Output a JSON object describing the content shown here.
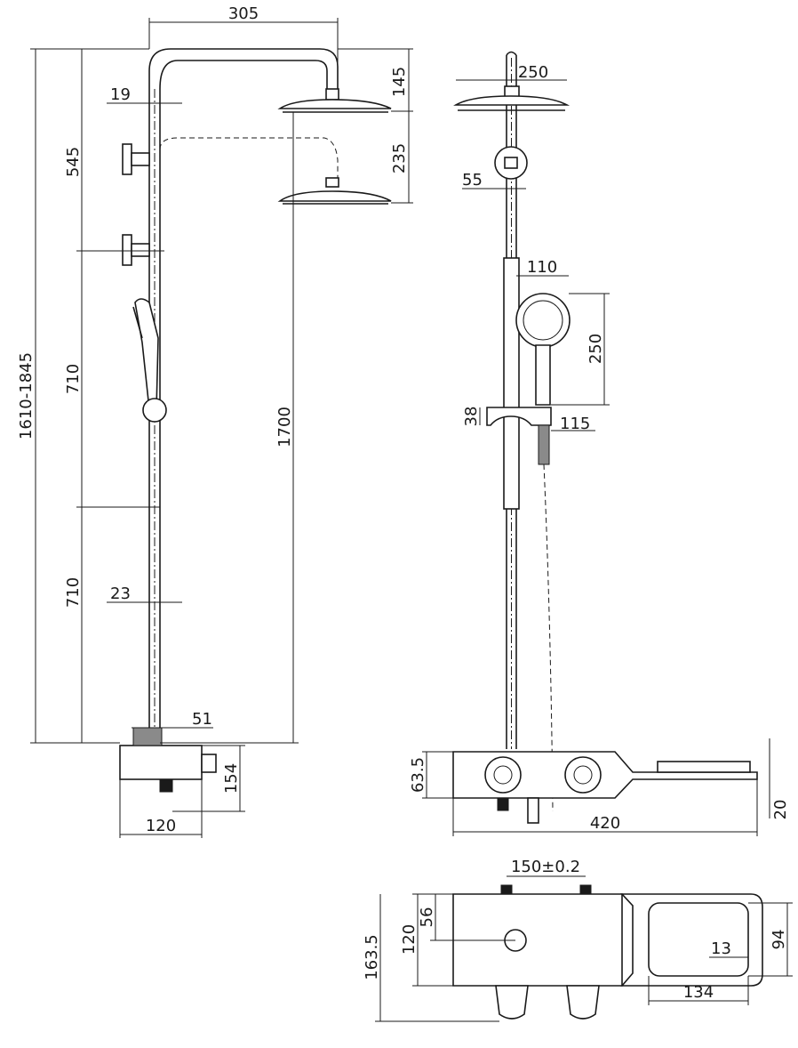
{
  "dimensions": {
    "rain_arm_reach": "305",
    "head_height": "145",
    "offset_19": "19",
    "height_545": "545",
    "height_235": "235",
    "total_height": "1610-1845",
    "height_710_upper": "710",
    "height_1700": "1700",
    "height_710_lower": "710",
    "pipe_23": "23",
    "width_51": "51",
    "height_154": "154",
    "width_120_side": "120",
    "front_head_250": "250",
    "front_55": "55",
    "hand_110": "110",
    "hand_250": "250",
    "holder_38": "38",
    "holder_115": "115",
    "front_63_5": "63.5",
    "front_420": "420",
    "front_20": "20",
    "top_150": "150±0.2",
    "top_56": "56",
    "top_120": "120",
    "top_163_5": "163.5",
    "top_13": "13",
    "top_94": "94",
    "top_134": "134"
  }
}
